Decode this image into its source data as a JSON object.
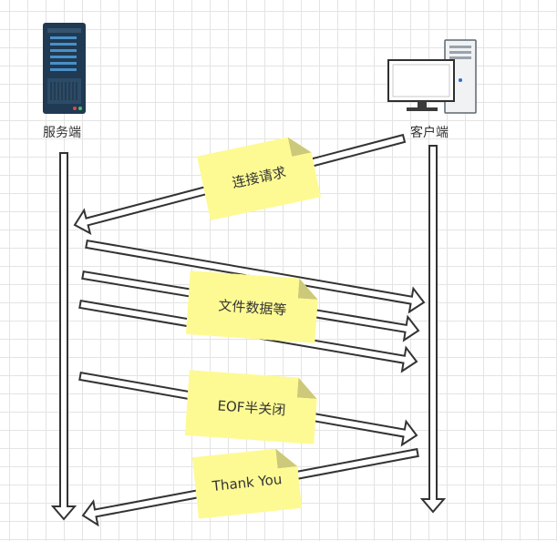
{
  "nodes": {
    "server": {
      "label": "服务端",
      "icon": "server-rack-icon"
    },
    "client": {
      "label": "客户端",
      "icon": "desktop-computer-icon"
    }
  },
  "messages": [
    {
      "note": "连接请求",
      "direction": "client-to-server"
    },
    {
      "note": "文件数据等",
      "direction": "server-to-client",
      "arrows": 3
    },
    {
      "note": "EOF半关闭",
      "direction": "server-to-client"
    },
    {
      "note": "Thank You",
      "direction": "client-to-server"
    }
  ],
  "colors": {
    "note_fill": "#fdfa94",
    "note_fold": "#cdc97a",
    "arrow_stroke": "#333333",
    "grid": "#e4e4e4"
  }
}
